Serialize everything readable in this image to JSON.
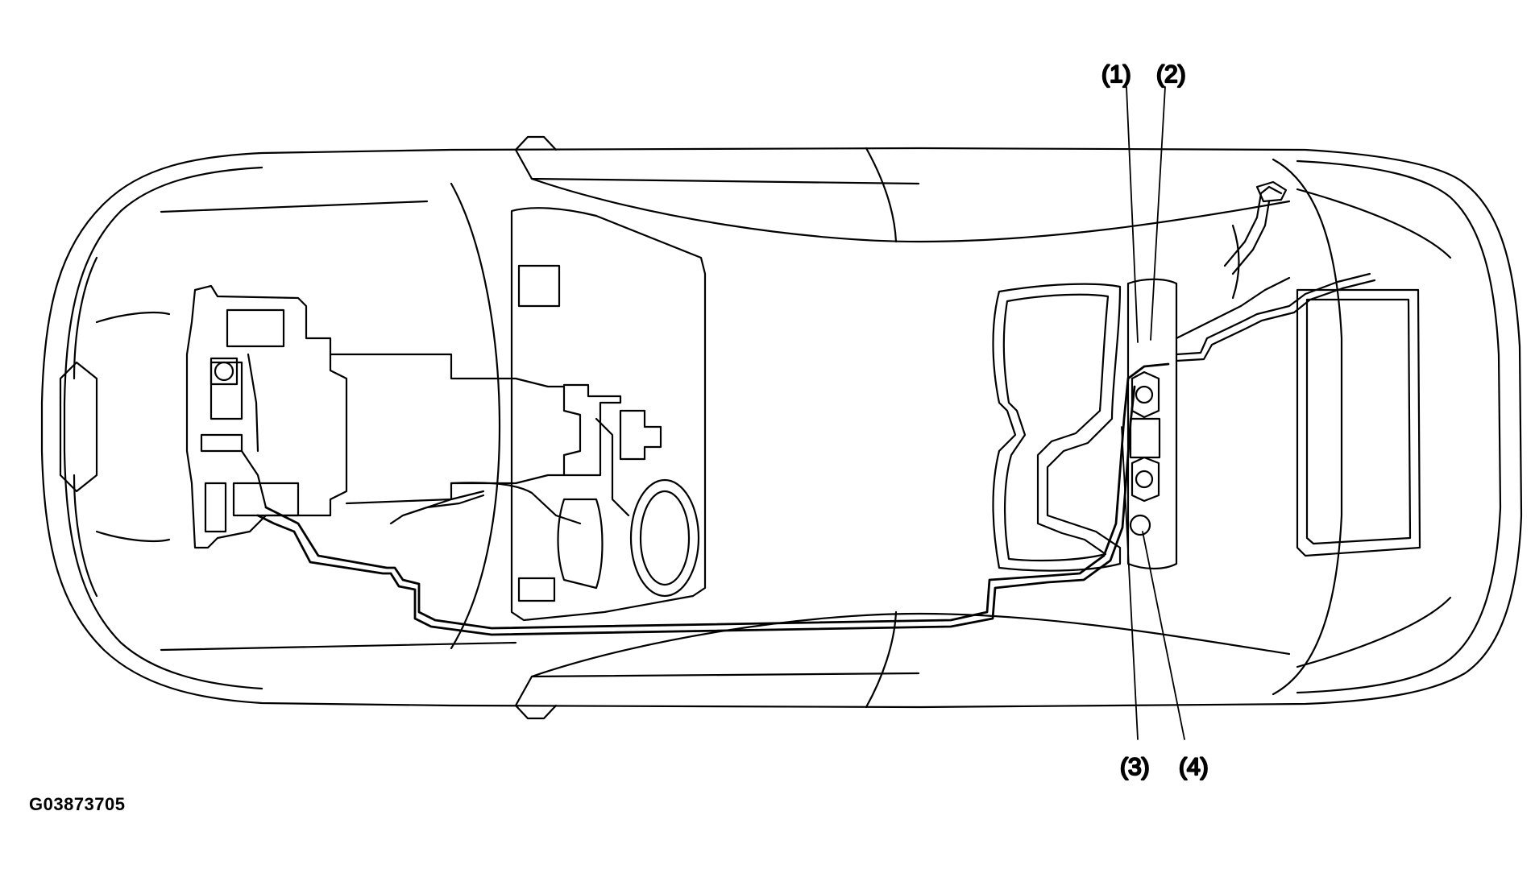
{
  "figure": {
    "id": "G03873705"
  },
  "callouts": [
    {
      "label": "(1)"
    },
    {
      "label": "(2)"
    },
    {
      "label": "(3)"
    },
    {
      "label": "(4)"
    }
  ],
  "colors": {
    "line": "#000000",
    "background": "#ffffff"
  }
}
